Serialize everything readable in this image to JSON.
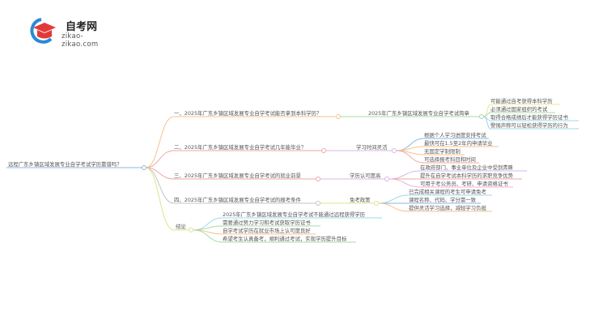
{
  "logo": {
    "name": "自考网",
    "url": "zikao-zikao.com"
  },
  "root": "远程广东乡镇区域发展专业自学考试学历靠谱吗？",
  "branches": [
    {
      "label": "一、2025年广东乡镇区域发展专业自学考试能否拿到本科学历？",
      "sub": "2025年广东乡镇区域发展专业自学考试简章",
      "leaves": [
        "可能通过自考获得本科学历",
        "必须通过国家组织的考试",
        "取得合格成绩后才能获得学历证书",
        "警惕声称可以轻松获得学历的行为"
      ]
    },
    {
      "label": "二、2025年广东乡镇区域发展专业自学考试几年能毕业？",
      "sub": "学习时间灵活",
      "leaves": [
        "根据个人学习进度安排考试",
        "最快可在1.5至2年内申请毕业",
        "无固定学制限制",
        "可选择报考科目和时间"
      ]
    },
    {
      "label": "三、2025年广东乡镇区域发展专业自学考试的就业前景",
      "sub": "学历认可度高",
      "leaves": [
        "在政府部门、事业单位及企业中受到青睐",
        "提升在自学考试本科学历的求职竞争优势",
        "可用于考公务员、考研、申请资格证书"
      ]
    },
    {
      "label": "四、2025年广东乡镇区域发展专业自学考试的报考条件",
      "sub": "免考政策",
      "leaves": [
        "已完成相关课程的考生可申请免考",
        "课程名称、代码、学分需一致",
        "提供灵活学习选择，减轻学习负担"
      ]
    },
    {
      "label": "结论",
      "sub": "",
      "leaves": [
        "2025年广东乡镇区域发展专业自学考试不能通过远程获得学历",
        "需要通过努力学习和考试获取学历证书",
        "自学考试学历在就业市场上认可度良好",
        "希望考生认真备考，顺利通过考试，实现学历提升目标"
      ]
    }
  ],
  "colors": {
    "root": "#8db6dc",
    "b1": "#f8c08c",
    "b2": "#f2a6a6",
    "b3": "#f2a6a6",
    "b4": "#c4c4c4",
    "b5": "#dce48c"
  }
}
